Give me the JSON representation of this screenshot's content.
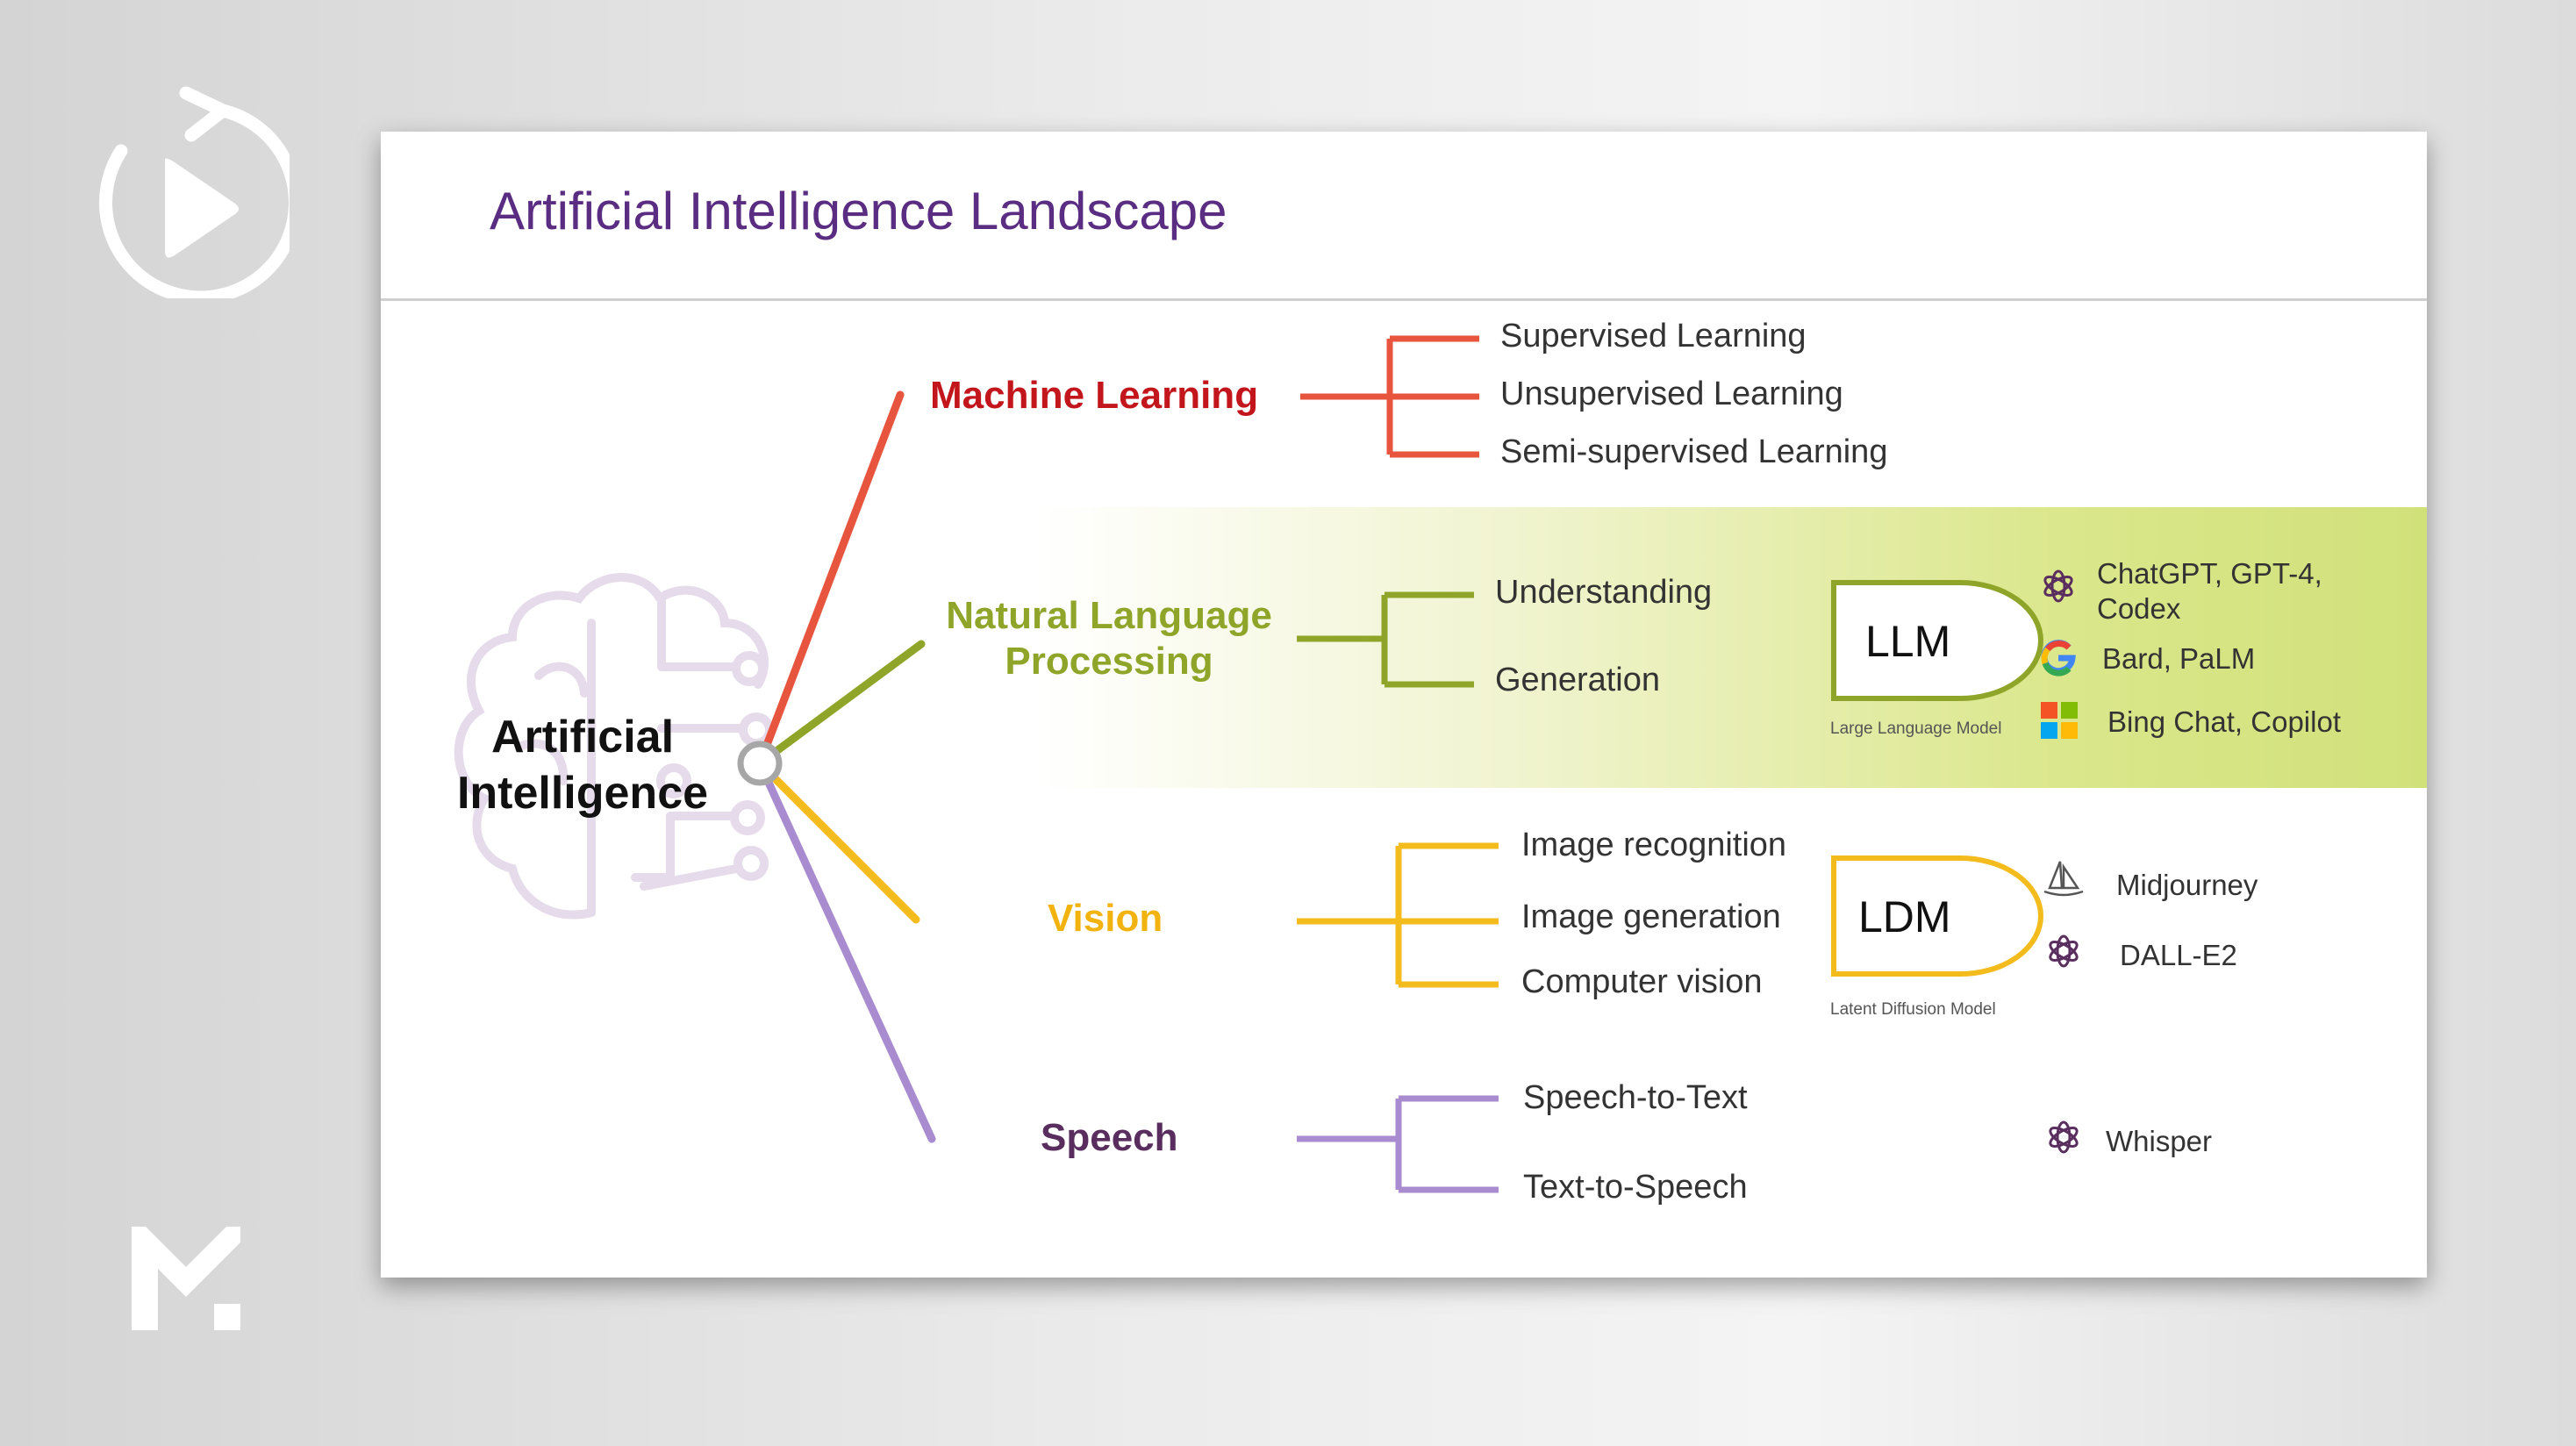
{
  "slide": {
    "title": "Artificial Intelligence Landscape"
  },
  "root": {
    "line1": "Artificial",
    "line2": "Intelligence"
  },
  "colors": {
    "title": "#5a2d82",
    "machine_learning": "#e8553e",
    "machine_learning_label": "#c3161c",
    "nlp": "#8fa52a",
    "vision": "#f3bb1c",
    "speech": "#a98bcf",
    "speech_label": "#5a2d5f",
    "nlp_band": "#d1e17a"
  },
  "categories": {
    "machine_learning": {
      "label": "Machine Learning",
      "items": [
        "Supervised Learning",
        "Unsupervised Learning",
        "Semi-supervised Learning"
      ]
    },
    "nlp": {
      "label_line1": "Natural Language",
      "label_line2": "Processing",
      "items": [
        "Understanding",
        "Generation"
      ]
    },
    "vision": {
      "label": "Vision",
      "items": [
        "Image recognition",
        "Image generation",
        "Computer vision"
      ]
    },
    "speech": {
      "label": "Speech",
      "items": [
        "Speech-to-Text",
        "Text-to-Speech"
      ]
    }
  },
  "models": {
    "llm": {
      "name": "LLM",
      "full": "Large Language Model"
    },
    "ldm": {
      "name": "LDM",
      "full": "Latent Diffusion Model"
    }
  },
  "products": {
    "nlp": [
      {
        "icon": "openai-icon",
        "line1": "ChatGPT, GPT-4,",
        "line2": "Codex"
      },
      {
        "icon": "google-icon",
        "label": "Bard, PaLM"
      },
      {
        "icon": "microsoft-icon",
        "label": "Bing Chat, Copilot"
      }
    ],
    "vision": [
      {
        "icon": "midjourney-icon",
        "label": "Midjourney"
      },
      {
        "icon": "openai-icon",
        "label": "DALL-E2"
      }
    ],
    "speech": [
      {
        "icon": "openai-icon",
        "label": "Whisper"
      }
    ]
  }
}
